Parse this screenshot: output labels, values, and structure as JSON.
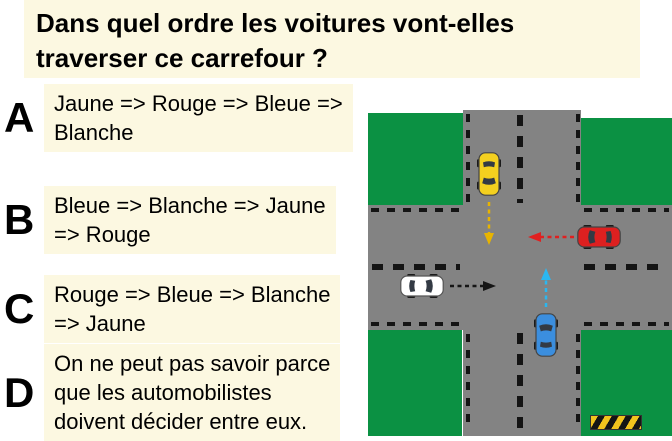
{
  "title": "Dans quel ordre les voitures vont-elles\ntraverser ce carrefour ?",
  "options": [
    {
      "letter": "A",
      "text": "Jaune => Rouge => Bleue =>\nBlanche"
    },
    {
      "letter": "B",
      "text": "Bleue => Blanche => Jaune\n=> Rouge"
    },
    {
      "letter": "C",
      "text": "Rouge => Bleue => Blanche\n=> Jaune"
    },
    {
      "letter": "D",
      "text": "On ne peut pas savoir parce\nque les automobilistes\ndoivent décider entre eux."
    }
  ],
  "colors": {
    "panel": "#fcf8e1",
    "road": "#838383",
    "grass": "#0b9143",
    "marking": "#141414",
    "stripeYellow": "#f2c41d",
    "stripeBlack": "#151515"
  },
  "diagram": {
    "cars": {
      "yellow": {
        "name": "voiture jaune",
        "color": "#f4d01f",
        "direction": "down"
      },
      "red": {
        "name": "voiture rouge",
        "color": "#dd2020",
        "direction": "left"
      },
      "white": {
        "name": "voiture blanche",
        "color": "#ffffff",
        "direction": "right"
      },
      "blue": {
        "name": "voiture bleue",
        "color": "#3b8ede",
        "direction": "up"
      }
    },
    "arrows": {
      "yellow": {
        "color": "#e8b400"
      },
      "red": {
        "color": "#e02020"
      },
      "black": {
        "color": "#151515"
      },
      "blue": {
        "color": "#2bb7f0"
      }
    }
  }
}
